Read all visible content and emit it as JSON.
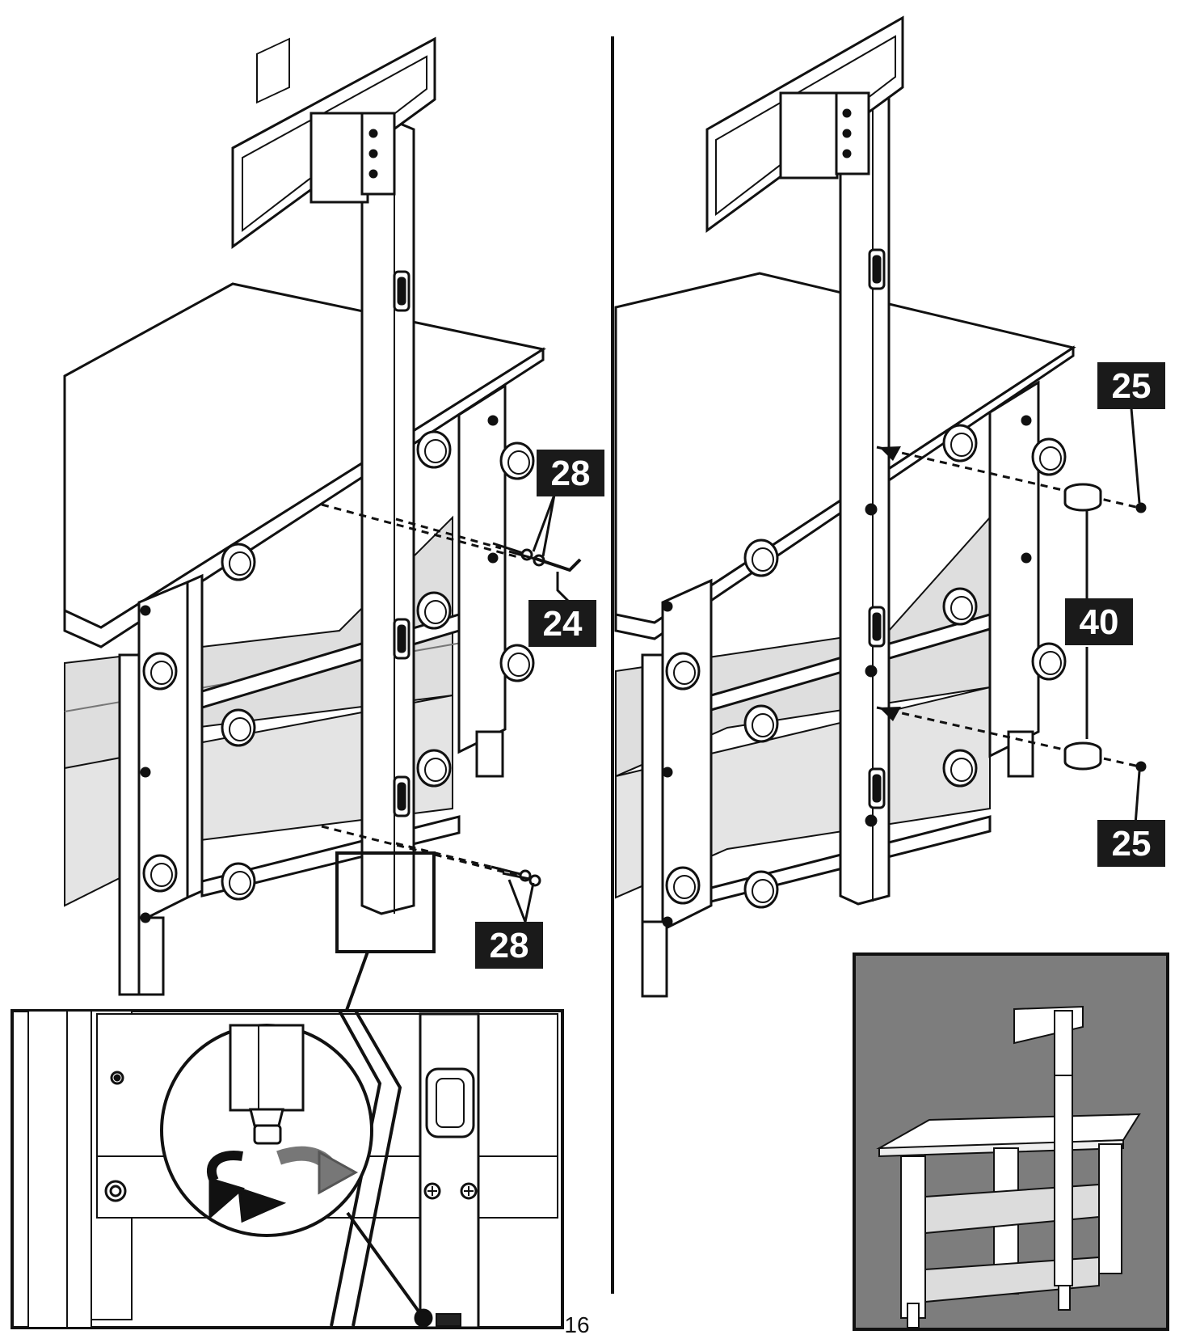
{
  "page": {
    "number": "16"
  },
  "callouts": {
    "left_bolts_top": "28",
    "left_allen_key": "24",
    "left_bolts_bottom": "28",
    "right_screw_top": "25",
    "right_cap": "40",
    "right_screw_bottom": "25"
  },
  "colors": {
    "ink": "#111111",
    "label_bg": "#1a1a1a",
    "label_text": "#ffffff",
    "glass": "#dedede",
    "inset_bg": "#7d7d7d"
  }
}
